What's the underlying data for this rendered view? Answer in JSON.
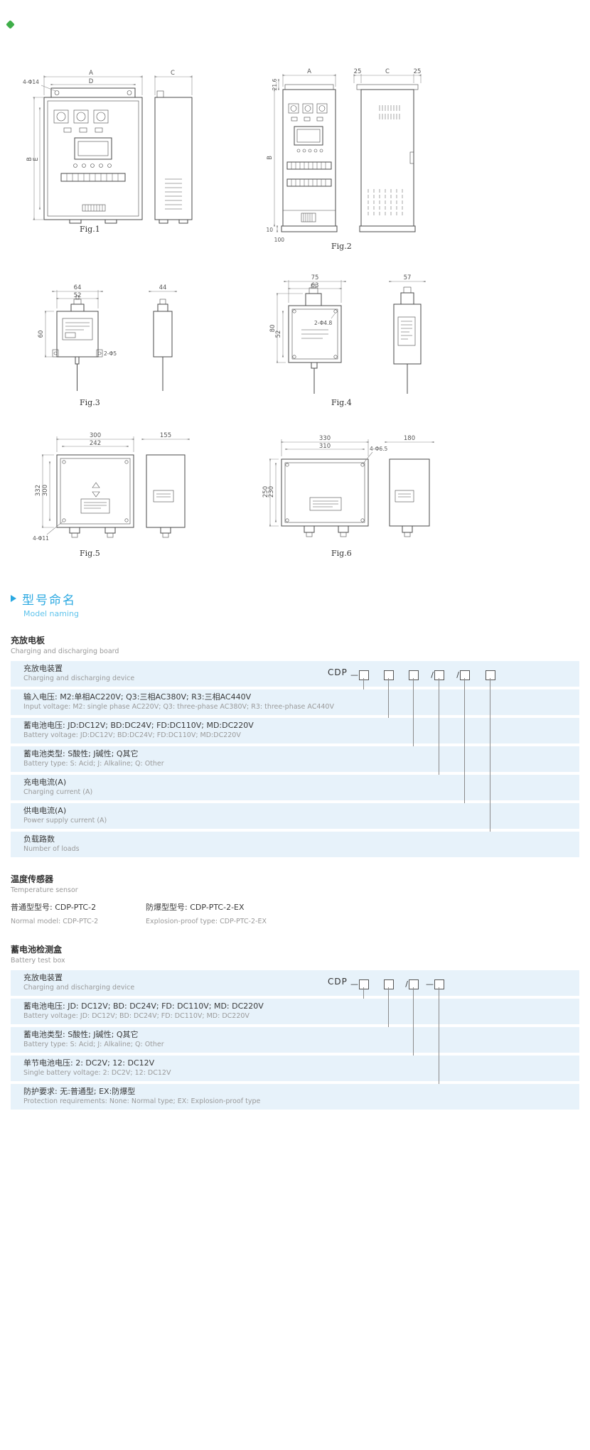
{
  "figures": {
    "fig1": {
      "caption": "Fig.1",
      "hole_label": "4-Φ14",
      "dim_width_outer": "A",
      "dim_width_inner": "D",
      "dim_height_outer": "B",
      "dim_height_inner": "E",
      "dim_side_width": "C"
    },
    "fig2": {
      "caption": "Fig.2",
      "dim_width": "A",
      "dim_height": "B",
      "dim_top_left": "21.6",
      "dim_base_height": "10",
      "dim_base_width": "100",
      "dim_side_left": "25",
      "dim_side_width": "C",
      "dim_side_right": "25"
    },
    "fig3": {
      "caption": "Fig.3",
      "dim_width_outer": "64",
      "dim_width_inner": "52",
      "dim_height": "60",
      "dim_side_width": "44",
      "hole_label": "2-Φ5"
    },
    "fig4": {
      "caption": "Fig.4",
      "dim_width_outer": "75",
      "dim_width_inner": "63",
      "dim_height_outer": "80",
      "dim_height_inner": "52",
      "dim_side_width": "57",
      "hole_label": "2-Φ4.8"
    },
    "fig5": {
      "caption": "Fig.5",
      "dim_width_outer": "300",
      "dim_width_inner": "242",
      "dim_height_outer": "332",
      "dim_height_inner": "300",
      "dim_side_width": "155",
      "hole_label": "4-Φ11"
    },
    "fig6": {
      "caption": "Fig.6",
      "dim_width_outer": "330",
      "dim_width_inner": "310",
      "dim_height_outer": "250",
      "dim_height_inner": "230",
      "dim_side_width": "180",
      "hole_label": "4-Φ6.5"
    }
  },
  "section": {
    "title_zh": "型号命名",
    "title_en": "Model naming"
  },
  "board": {
    "heading_zh": "充放电板",
    "heading_en": "Charging and discharging board",
    "model_code": {
      "prefix": "CDP",
      "slots": [
        {
          "sep": "—"
        },
        {
          "sep": ""
        },
        {
          "sep": ""
        },
        {
          "sep": "/"
        },
        {
          "sep": "/"
        },
        {
          "sep": ""
        }
      ]
    },
    "rows": [
      {
        "zh": "充放电装置",
        "en": "Charging and discharging device"
      },
      {
        "zh": "输入电压: M2:单相AC220V; Q3:三相AC380V; R3:三相AC440V",
        "en": "Input voltage: M2: single phase AC220V; Q3: three-phase AC380V; R3: three-phase AC440V"
      },
      {
        "zh": "蓄电池电压: JD:DC12V; BD:DC24V; FD:DC110V; MD:DC220V",
        "en": "Battery voltage: JD:DC12V; BD:DC24V; FD:DC110V; MD:DC220V"
      },
      {
        "zh": "蓄电池类型: S酸性; J碱性; Q其它",
        "en": "Battery type: S: Acid; J: Alkaline; Q: Other"
      },
      {
        "zh": "充电电流(A)",
        "en": "Charging current (A)"
      },
      {
        "zh": "供电电流(A)",
        "en": "Power supply current (A)"
      },
      {
        "zh": "负载路数",
        "en": "Number of loads"
      }
    ]
  },
  "sensor": {
    "heading_zh": "温度传感器",
    "heading_en": "Temperature sensor",
    "normal_zh": "普通型型号: CDP-PTC-2",
    "explosion_zh": "防爆型型号: CDP-PTC-2-EX",
    "normal_en": "Normal model: CDP-PTC-2",
    "explosion_en": "Explosion-proof type: CDP-PTC-2-EX"
  },
  "testbox": {
    "heading_zh": "蓄电池检测盒",
    "heading_en": "Battery test box",
    "model_code": {
      "prefix": "CDP",
      "slots": [
        {
          "sep": "—"
        },
        {
          "sep": ""
        },
        {
          "sep": "/"
        },
        {
          "sep": "—"
        }
      ]
    },
    "rows": [
      {
        "zh": "充放电装置",
        "en": "Charging and discharging device"
      },
      {
        "zh": "蓄电池电压: JD: DC12V; BD: DC24V; FD: DC110V; MD: DC220V",
        "en": "Battery voltage: JD: DC12V; BD: DC24V; FD: DC110V; MD: DC220V"
      },
      {
        "zh": "蓄电池类型: S酸性; J碱性; Q其它",
        "en": "Battery type: S: Acid; J: Alkaline; Q: Other"
      },
      {
        "zh": "单节电池电压: 2: DC2V; 12: DC12V",
        "en": "Single battery voltage:  2: DC2V; 12: DC12V"
      },
      {
        "zh": "防护要求: 无:普通型; EX:防爆型",
        "en": "Protection requirements:  None: Normal type; EX: Explosion-proof type"
      }
    ]
  }
}
